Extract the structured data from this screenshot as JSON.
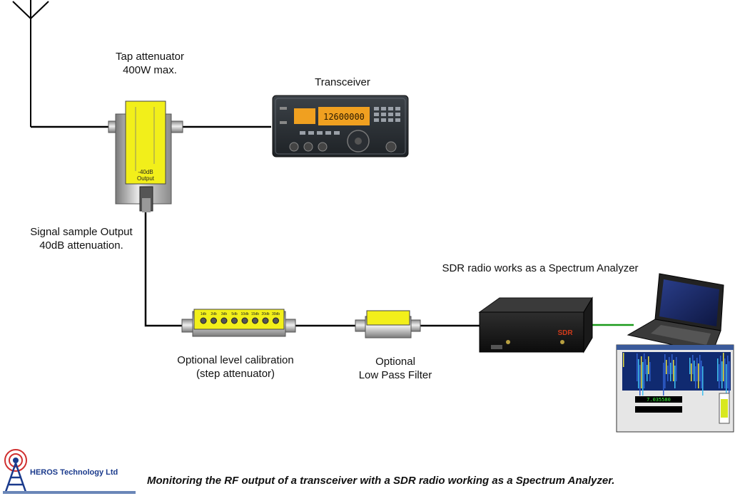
{
  "labels": {
    "tap_attenuator": [
      "Tap attenuator",
      "400W max."
    ],
    "transceiver": "Transceiver",
    "signal_sample": [
      "Signal sample Output",
      "40dB attenuation."
    ],
    "sdr_label": "SDR radio works as a Spectrum Analyzer",
    "step_attenuator": [
      "Optional level calibration",
      "(step attenuator)"
    ],
    "lowpass": [
      "Optional",
      "Low Pass Filter"
    ]
  },
  "devices": {
    "tap_attenuator_text": [
      "-40dB",
      "Output"
    ],
    "transceiver_display": "12600000",
    "step_attenuator_steps": [
      "1db",
      "2db",
      "3db",
      "5db",
      "10db",
      "15db",
      "20db",
      "30db"
    ],
    "sdr_badge": "SDR",
    "software_readout": "7.035580"
  },
  "logo": {
    "company": "HEROS Technology Ltd"
  },
  "caption": "Monitoring the RF output of a transceiver with a SDR radio working as a Spectrum Analyzer.",
  "colors": {
    "cable": "#000000",
    "usb_cable": "#1a9a1a",
    "attenuator_yellow": "#f2ef1a",
    "radio_orange": "#f0a020",
    "sdr_red": "#d03a1a",
    "logo_blue": "#1a3a8c"
  }
}
